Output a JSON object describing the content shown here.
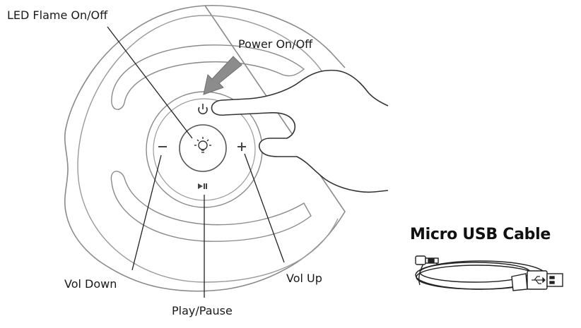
{
  "labels": {
    "led_flame": "LED Flame On/Off",
    "power": "Power On/Off",
    "vol_down": "Vol Down",
    "vol_up": "Vol Up",
    "play_pause": "Play/Pause"
  },
  "cable": {
    "title": "Micro USB Cable"
  },
  "icons": [
    "power-icon",
    "led-flame-icon",
    "minus-icon",
    "plus-icon",
    "play-pause-icon",
    "hand-icon",
    "arrow-icon",
    "usb-symbol-icon"
  ],
  "colors": {
    "line": "#8a8a8a",
    "dark": "#2a2a2a",
    "arrow": "#8c8c8c"
  }
}
